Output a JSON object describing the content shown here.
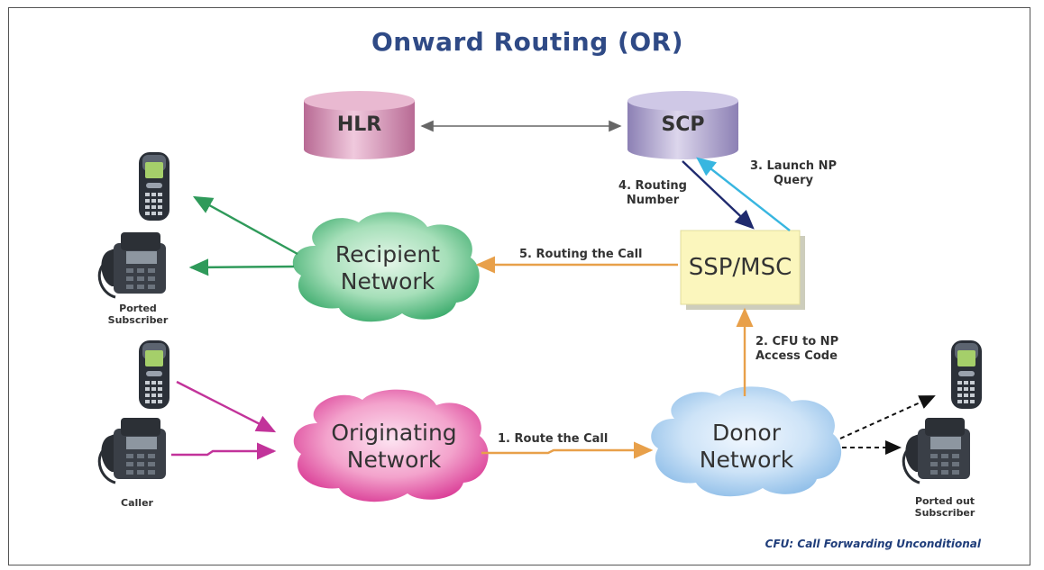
{
  "diagram": {
    "title": "Onward Routing (OR)",
    "nodes": {
      "hlr": "HLR",
      "scp": "SCP",
      "ssp_msc": "SSP/MSC",
      "recipient_network": [
        "Recipient",
        "Network"
      ],
      "originating_network": [
        "Originating",
        "Network"
      ],
      "donor_network": [
        "Donor",
        "Network"
      ]
    },
    "subscribers": {
      "ported_subscriber": [
        "Ported",
        "Subscriber"
      ],
      "caller": "Caller",
      "ported_out_subscriber": [
        "Ported out",
        "Subscriber"
      ]
    },
    "steps": {
      "step1": "1. Route the Call",
      "step2": [
        "2. CFU to NP",
        "Access Code"
      ],
      "step3": [
        "3. Launch NP",
        "Query"
      ],
      "step4": [
        "4. Routing",
        "Number"
      ],
      "step5": "5. Routing the Call"
    },
    "footnote": "CFU: Call Forwarding Unconditional",
    "colors": {
      "title": "#2f4a86",
      "hlr": "#c88aa8",
      "scp": "#a89cc4",
      "ssp_box": "#fbf6bd",
      "recipient_cloud": "#4fbb7c",
      "originating_cloud": "#e44fa5",
      "donor_cloud": "#9ec9ef",
      "orange_arrow": "#e8a04a",
      "green_arrow": "#2f9a5a",
      "magenta_arrow": "#c2339a",
      "cyan_arrow": "#38b6e0",
      "navy_arrow": "#1f2a6e"
    }
  }
}
